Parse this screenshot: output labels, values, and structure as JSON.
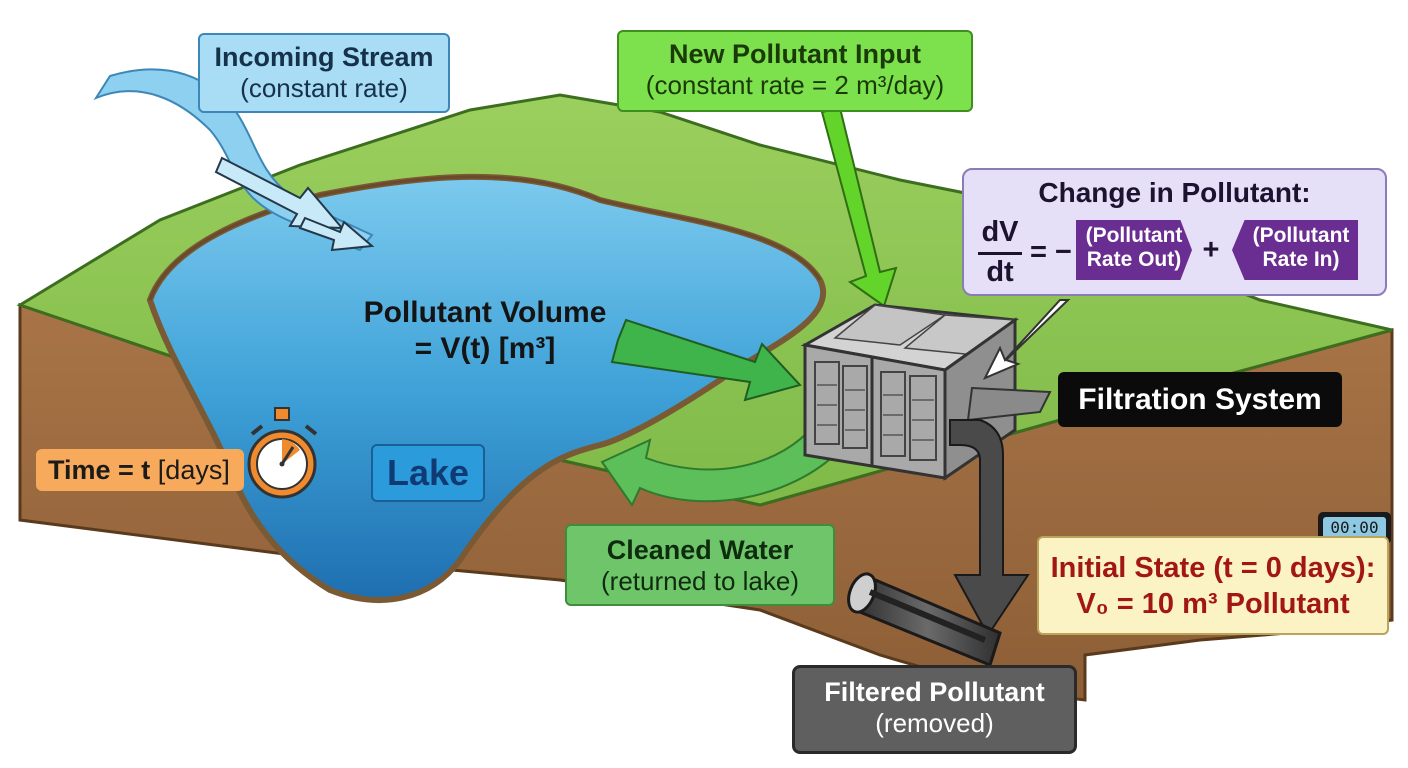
{
  "incoming_stream": {
    "title": "Incoming Stream",
    "subtitle": "(constant rate)"
  },
  "new_pollutant_input": {
    "title": "New Pollutant Input",
    "subtitle": "(constant rate = 2 m³/day)"
  },
  "change_in_pollutant": {
    "title": "Change in Pollutant:",
    "numerator": "dV",
    "denominator": "dt",
    "equals_minus": "= −",
    "plus": "+",
    "rate_out": {
      "line1": "(Pollutant",
      "line2": "Rate Out)"
    },
    "rate_in": {
      "line1": "(Pollutant",
      "line2": "Rate In)"
    }
  },
  "pollutant_volume": {
    "line1": "Pollutant Volume",
    "line2": "= V(t) [m³]"
  },
  "lake_label": "Lake",
  "time_label": {
    "bold": "Time = t",
    "unit": " [days]"
  },
  "filtration_system": "Filtration System",
  "cleaned_water": {
    "title": "Cleaned Water",
    "subtitle": "(returned to lake)"
  },
  "initial_state": {
    "line1": "Initial State (t = 0 days):",
    "line2": "V₀ = 10 m³ Pollutant"
  },
  "filtered_pollutant": {
    "title": "Filtered Pollutant",
    "subtitle": "(removed)"
  },
  "timer_display": "00:00",
  "colors": {
    "grass": "#8cc152",
    "soil": "#9b6a41",
    "lake_water": "#4fb3e3",
    "pollutant_arrow": "#62d42a",
    "return_arrow": "#5cb85c",
    "pipe": "#4a4a4a",
    "equation_purple": "#6a2d92"
  },
  "icons": [
    "stopwatch-icon",
    "digital-timer-icon",
    "filtration-unit-icon",
    "drain-pipe-icon"
  ]
}
